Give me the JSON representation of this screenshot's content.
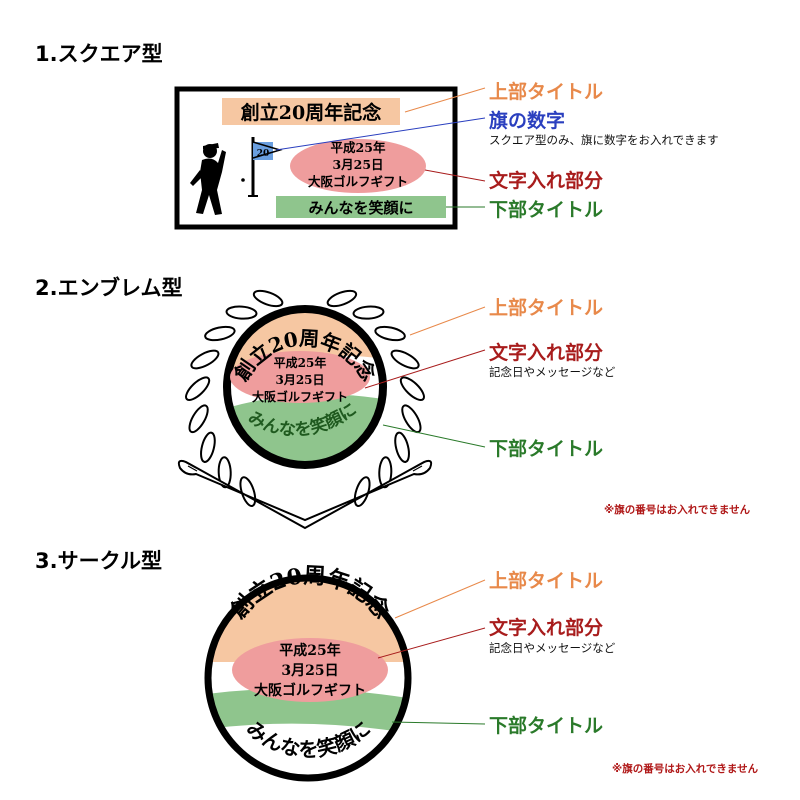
{
  "sections": [
    {
      "heading": "1.スクエア型",
      "design": {
        "top_title": "創立20周年記念",
        "flag_number": "20",
        "body_lines": [
          "平成25年",
          "3月25日",
          "大阪ゴルフギフト"
        ],
        "bottom_title": "みんなを笑顔に"
      },
      "labels": {
        "top": "上部タイトル",
        "flag": "旗の数字",
        "flag_note": "スクエア型のみ、旗に数字をお入れできます",
        "body": "文字入れ部分",
        "bottom": "下部タイトル"
      }
    },
    {
      "heading": "2.エンブレム型",
      "design": {
        "top_title": "創立20周年記念",
        "body_lines": [
          "平成25年",
          "3月25日",
          "大阪ゴルフギフト"
        ],
        "bottom_title": "みんなを笑顔に"
      },
      "labels": {
        "top": "上部タイトル",
        "body": "文字入れ部分",
        "body_note": "記念日やメッセージなど",
        "bottom": "下部タイトル"
      },
      "note": "※旗の番号はお入れできません"
    },
    {
      "heading": "3.サークル型",
      "design": {
        "top_title": "創立20周年記念",
        "body_lines": [
          "平成25年",
          "3月25日",
          "大阪ゴルフギフト"
        ],
        "bottom_title": "みんなを笑顔に"
      },
      "labels": {
        "top": "上部タイトル",
        "body": "文字入れ部分",
        "body_note": "記念日やメッセージなど",
        "bottom": "下部タイトル"
      },
      "note": "※旗の番号はお入れできません"
    }
  ],
  "colors": {
    "top_area": "#f6c7a2",
    "body_area": "#ef9d9d",
    "bottom_area": "#8fc58d",
    "flag": "#6a9fe0",
    "label_top": "#e8894a",
    "label_flag": "#2a3fbf",
    "label_body": "#a81c1c",
    "label_bottom": "#2a7a2a"
  }
}
